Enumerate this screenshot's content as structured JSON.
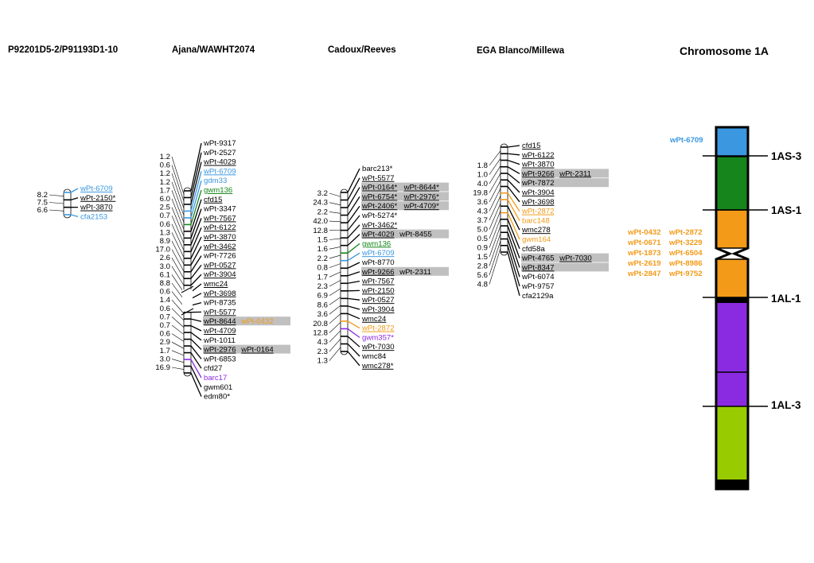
{
  "colors": {
    "blue": "#3a97e0",
    "green": "#16861c",
    "orange": "#f39a18",
    "purple": "#8a2be2",
    "lime": "#99cc00",
    "highlight": "#c0c0c0",
    "black": "#000000"
  },
  "headers": [
    "P92201D5-2/P91193D1-10",
    "Ajana/WAWHT2074",
    "Cadoux/Reeves",
    "EGA Blanco/Millewa"
  ],
  "maps": [
    {
      "name": "P92201D5-2/P91193D1-10",
      "distances": [
        "8.2",
        "7.5",
        "6.6"
      ],
      "markers": [
        {
          "l": [
            {
              "t": "wPt-6709",
              "u": true,
              "c": "blue"
            }
          ]
        },
        {
          "l": [
            {
              "t": "wPt-2150*",
              "u": true
            }
          ]
        },
        {
          "l": [
            {
              "t": "wPt-3870",
              "u": true
            }
          ]
        },
        {
          "l": [
            {
              "t": "cfa2153",
              "c": "blue"
            }
          ]
        }
      ]
    },
    {
      "name": "Ajana/WAWHT2074",
      "distances": [
        "1.2",
        "0.6",
        "1.2",
        "1.2",
        "1.7",
        "6.0",
        "2.5",
        "0.7",
        "0.6",
        "1.3",
        "8.9",
        "17.0",
        "2.6",
        "3.0",
        "6.1",
        "8.8",
        "0.6",
        "1.4",
        "0.6",
        "0.7",
        "0.7",
        "0.6",
        "2.9",
        "1.7",
        "3.0",
        "16.9"
      ],
      "markers": [
        {
          "l": [
            {
              "t": "wPt-9317"
            }
          ]
        },
        {
          "l": [
            {
              "t": "wPt-2527"
            }
          ]
        },
        {
          "l": [
            {
              "t": "wPt-4029",
              "u": true
            }
          ]
        },
        {
          "l": [
            {
              "t": "wPt-6709",
              "u": true,
              "c": "blue"
            }
          ]
        },
        {
          "l": [
            {
              "t": "gdm33",
              "c": "blue"
            }
          ]
        },
        {
          "l": [
            {
              "t": "gwm136",
              "u": true,
              "c": "green"
            }
          ]
        },
        {
          "l": [
            {
              "t": "cfd15",
              "u": true
            }
          ]
        },
        {
          "l": [
            {
              "t": "wPt-3347"
            }
          ]
        },
        {
          "l": [
            {
              "t": "wPt-7567",
              "u": true
            }
          ]
        },
        {
          "l": [
            {
              "t": "wPt-6122",
              "u": true
            }
          ]
        },
        {
          "l": [
            {
              "t": "wPt-3870",
              "u": true
            }
          ]
        },
        {
          "l": [
            {
              "t": "wPt-3462",
              "u": true
            }
          ]
        },
        {
          "l": [
            {
              "t": "wPt-7726"
            }
          ]
        },
        {
          "l": [
            {
              "t": "wPt-0527",
              "u": true
            }
          ]
        },
        {
          "l": [
            {
              "t": "wPt-3904",
              "u": true
            }
          ]
        },
        {
          "l": [
            {
              "t": "wmc24",
              "u": true
            }
          ]
        },
        {
          "l": [
            {
              "t": "wPt-3698",
              "u": true
            }
          ]
        },
        {
          "l": [
            {
              "t": "wPt-8735"
            }
          ]
        },
        {
          "l": [
            {
              "t": "wPt-5577",
              "u": true
            }
          ]
        },
        {
          "h": true,
          "l": [
            {
              "t": "wPt-8644",
              "u": true
            },
            {
              "t": "wPt-0432",
              "c": "orange"
            }
          ]
        },
        {
          "l": [
            {
              "t": "wPt-4709",
              "u": true
            }
          ]
        },
        {
          "l": [
            {
              "t": "wPt-1011"
            }
          ]
        },
        {
          "h": true,
          "l": [
            {
              "t": "wPt-2976",
              "u": true
            },
            {
              "t": "wPt-0164",
              "u": true
            }
          ]
        },
        {
          "l": [
            {
              "t": "wPt-6853"
            }
          ]
        },
        {
          "l": [
            {
              "t": "cfd27"
            }
          ]
        },
        {
          "l": [
            {
              "t": "barc17",
              "c": "purple"
            }
          ]
        },
        {
          "l": [
            {
              "t": "gwm601"
            }
          ]
        },
        {
          "l": [
            {
              "t": "edm80*"
            }
          ]
        }
      ]
    },
    {
      "name": "Cadoux/Reeves",
      "distances": [
        "3.2",
        "24.3",
        "2.2",
        "42.0",
        "12.8",
        "1.5",
        "1.6",
        "2.2",
        "0.8",
        "1.7",
        "2.3",
        "6.9",
        "8.6",
        "3.6",
        "20.8",
        "12.8",
        "4.3",
        "2.3",
        "1.3"
      ],
      "markers": [
        {
          "l": [
            {
              "t": "barc213*"
            }
          ]
        },
        {
          "l": [
            {
              "t": "wPt-5577",
              "u": true
            }
          ]
        },
        {
          "h": true,
          "l": [
            {
              "t": "wPt-0164*",
              "u": true
            },
            {
              "t": "wPt-8644*",
              "u": true
            }
          ]
        },
        {
          "h": true,
          "l": [
            {
              "t": "wPt-6754*",
              "u": true
            },
            {
              "t": "wPt-2976*",
              "u": true
            }
          ]
        },
        {
          "h": true,
          "l": [
            {
              "t": "wPt-2406*",
              "u": true
            },
            {
              "t": "wPt-4709*",
              "u": true
            }
          ]
        },
        {
          "l": [
            {
              "t": "wPt-5274*"
            }
          ]
        },
        {
          "l": [
            {
              "t": "wPt-3462*",
              "u": true
            }
          ]
        },
        {
          "h": true,
          "l": [
            {
              "t": "wPt-4029",
              "u": true
            },
            {
              "t": "wPt-8455"
            }
          ]
        },
        {
          "l": [
            {
              "t": "gwm136",
              "u": true,
              "c": "green"
            }
          ]
        },
        {
          "l": [
            {
              "t": "wPt-6709",
              "u": true,
              "c": "blue"
            }
          ]
        },
        {
          "l": [
            {
              "t": "wPt-8770"
            }
          ]
        },
        {
          "h": true,
          "l": [
            {
              "t": "wPt-9266",
              "u": true
            },
            {
              "t": "wPt-2311"
            }
          ]
        },
        {
          "l": [
            {
              "t": "wPt-7567",
              "u": true
            }
          ]
        },
        {
          "l": [
            {
              "t": "wPt-2150",
              "u": true
            }
          ]
        },
        {
          "l": [
            {
              "t": "wPt-0527",
              "u": true
            }
          ]
        },
        {
          "l": [
            {
              "t": "wPt-3904",
              "u": true
            }
          ]
        },
        {
          "l": [
            {
              "t": "wmc24",
              "u": true
            }
          ]
        },
        {
          "l": [
            {
              "t": "wPt-2872",
              "u": true,
              "c": "orange"
            }
          ]
        },
        {
          "l": [
            {
              "t": "gwm357*",
              "c": "purple"
            }
          ]
        },
        {
          "l": [
            {
              "t": "wPt-7030",
              "u": true
            }
          ]
        },
        {
          "l": [
            {
              "t": "wmc84"
            }
          ]
        },
        {
          "l": [
            {
              "t": "wmc278*",
              "u": true
            }
          ]
        }
      ]
    },
    {
      "name": "EGA Blanco/Millewa",
      "distances": [
        "1.8",
        "1.0",
        "4.0",
        "19.8",
        "3.6",
        "4.3",
        "3.7",
        "5.0",
        "0.5",
        "0.9",
        "1.5",
        "2.8",
        "5.6",
        "4.8"
      ],
      "markers": [
        {
          "l": [
            {
              "t": "cfd15",
              "u": true
            }
          ]
        },
        {
          "l": [
            {
              "t": "wPt-6122",
              "u": true
            }
          ]
        },
        {
          "l": [
            {
              "t": "wPt-3870",
              "u": true
            }
          ]
        },
        {
          "h": true,
          "l": [
            {
              "t": "wPt-9266",
              "u": true
            },
            {
              "t": "wPt-2311",
              "u": true
            }
          ]
        },
        {
          "h": true,
          "l": [
            {
              "t": "wPt-7872"
            }
          ]
        },
        {
          "l": [
            {
              "t": "wPt-3904",
              "u": true
            }
          ]
        },
        {
          "l": [
            {
              "t": "wPt-3698",
              "u": true
            }
          ]
        },
        {
          "l": [
            {
              "t": "wPt-2872",
              "u": true,
              "c": "orange"
            }
          ]
        },
        {
          "l": [
            {
              "t": "barc148",
              "c": "orange"
            }
          ]
        },
        {
          "l": [
            {
              "t": "wmc278",
              "u": true
            }
          ]
        },
        {
          "l": [
            {
              "t": "gwm164",
              "c": "orange"
            }
          ]
        },
        {
          "l": [
            {
              "t": "cfd58a"
            }
          ]
        },
        {
          "h": true,
          "l": [
            {
              "t": "wPt-4765"
            },
            {
              "t": "wPt-7030",
              "u": true
            }
          ]
        },
        {
          "h": true,
          "l": [
            {
              "t": "wPt-8347",
              "u": true
            }
          ]
        },
        {
          "l": [
            {
              "t": "wPt-6074"
            }
          ]
        },
        {
          "l": [
            {
              "t": "wPt-9757"
            }
          ]
        },
        {
          "l": [
            {
              "t": "cfa2129a"
            }
          ]
        }
      ]
    }
  ],
  "chromosome": {
    "title": "Chromosome 1A",
    "bins": [
      {
        "name": "1AS-3"
      },
      {
        "name": "1AS-1"
      },
      {
        "name": "1AL-1"
      },
      {
        "name": "1AL-3"
      }
    ],
    "segments": [
      {
        "color": "blue"
      },
      {
        "color": "green"
      },
      {
        "color": "orange"
      },
      {
        "color": "orange"
      },
      {
        "color": "black"
      },
      {
        "color": "purple"
      },
      {
        "color": "purple"
      },
      {
        "color": "lime"
      },
      {
        "color": "black"
      }
    ],
    "side_markers": {
      "blue": [
        "wPt-6709"
      ],
      "orange": [
        [
          "wPt-0432",
          "wPt-2872"
        ],
        [
          "wPt-0671",
          "wPt-3229"
        ],
        [
          "wPt-1873",
          "wPt-6504"
        ],
        [
          "wPt-2619",
          "wPt-8986"
        ],
        [
          "wPt-2847",
          "wPt-9752"
        ]
      ]
    }
  }
}
